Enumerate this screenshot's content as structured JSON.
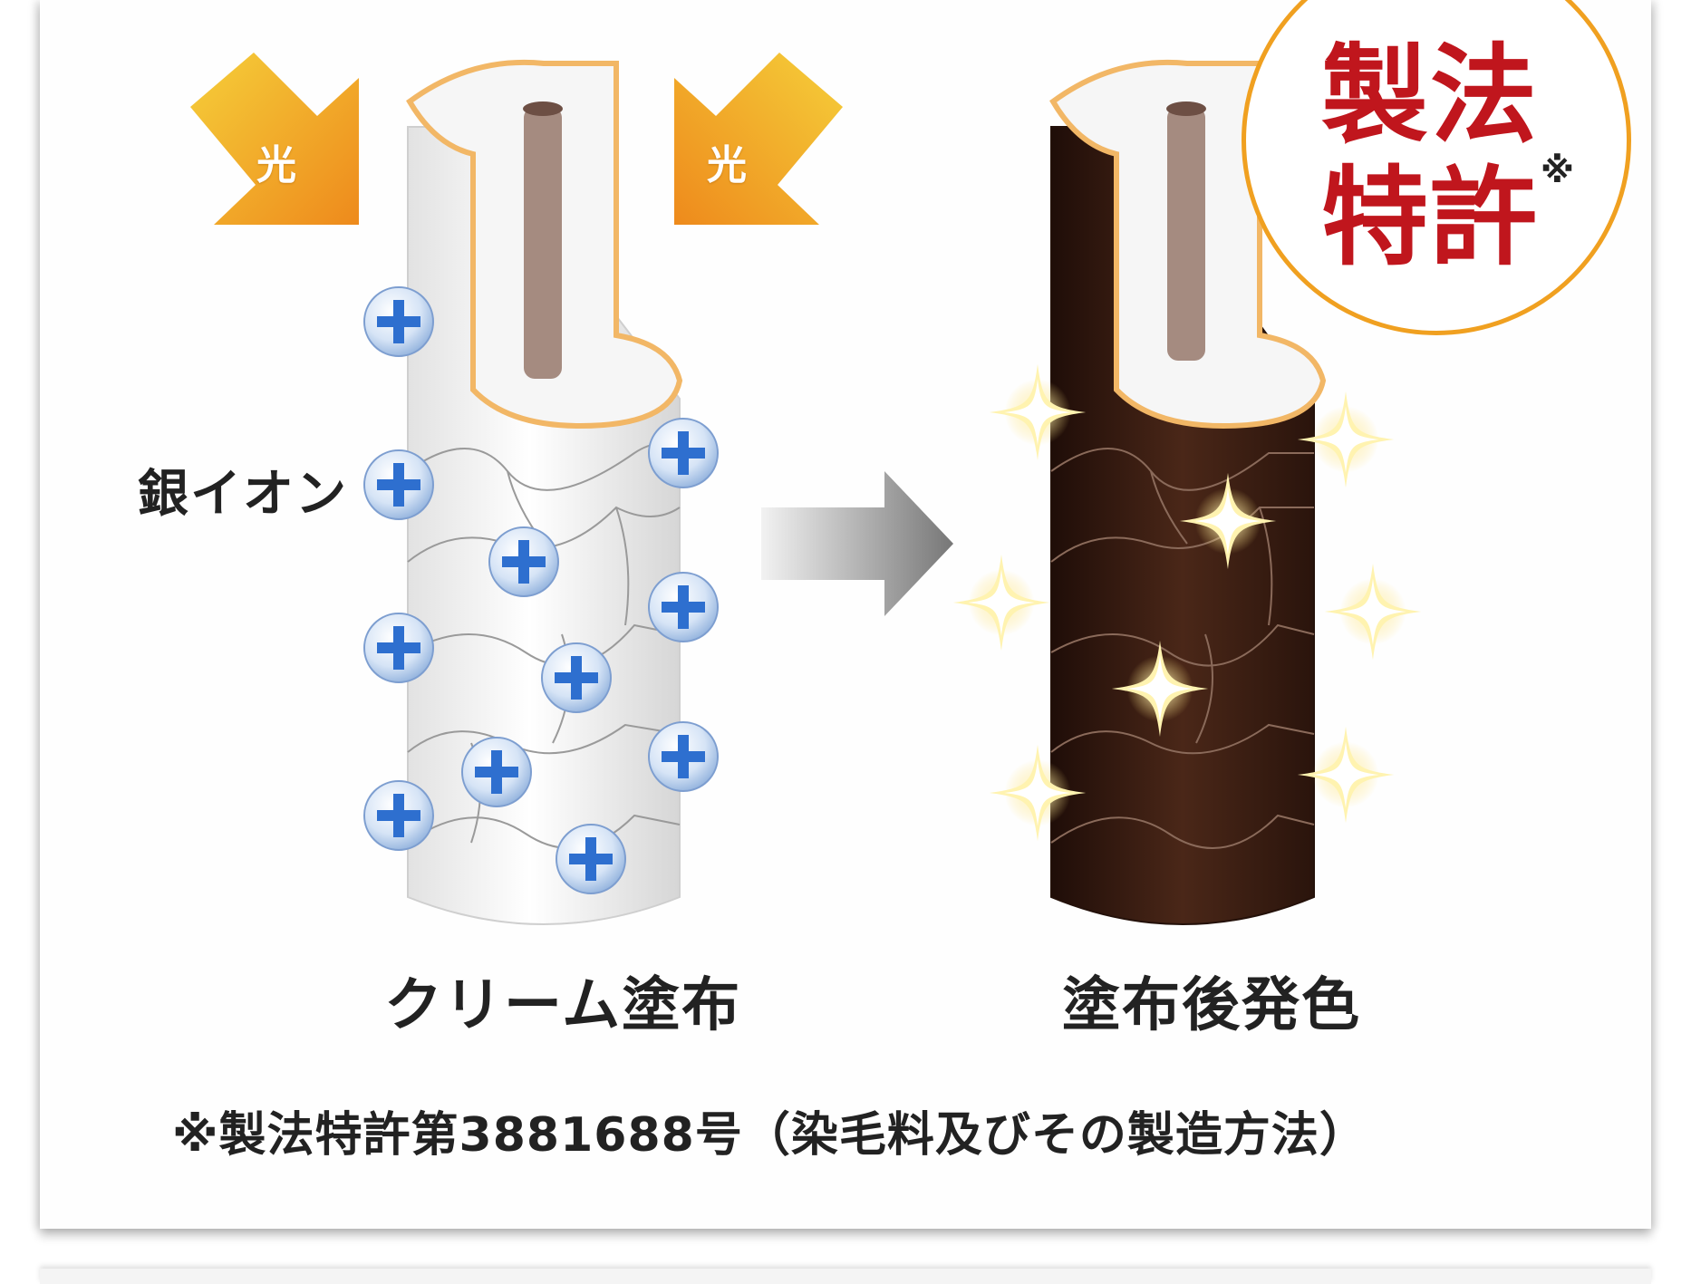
{
  "diagram": {
    "light_label": "光",
    "silver_ion_label": "銀イオン",
    "before_label": "クリーム塗布",
    "after_label": "塗布後発色",
    "badge": {
      "line1": "製法",
      "line2": "特許",
      "mark": "※"
    },
    "footnote": "※製法特許第3881688号（染毛料及びその製造方法）"
  },
  "colors": {
    "badge_text": "#c0161d",
    "badge_border": "#f0a020",
    "light_arrow": "#f0a020",
    "hair_after": "#3a1f14",
    "ion": "#2e6fcf"
  },
  "icons": [
    "light-arrow-icon",
    "silver-ion-icon",
    "transition-arrow-icon",
    "sparkle-icon"
  ]
}
